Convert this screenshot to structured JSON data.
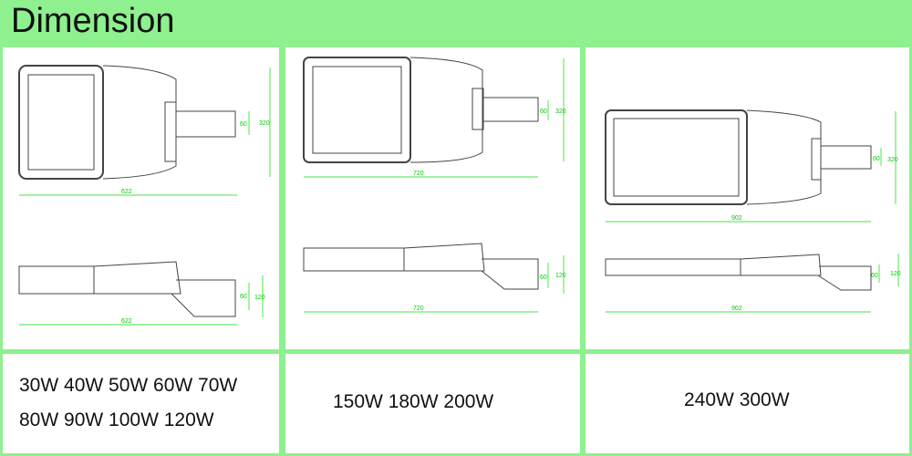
{
  "header": {
    "title": "Dimension"
  },
  "colors": {
    "background": "#8ef08e",
    "dimension_lines": "#00dd00"
  },
  "panels": [
    {
      "length": "622",
      "height": "320",
      "pole": "60",
      "side_height": "120",
      "models": [
        "30W 40W 50W 60W 70W",
        "80W 90W 100W 120W"
      ]
    },
    {
      "length": "720",
      "height": "320",
      "pole": "60",
      "side_height": "120",
      "models": [
        "150W 180W 200W"
      ]
    },
    {
      "length": "902",
      "height": "320",
      "pole": "60",
      "side_height": "120",
      "models": [
        "240W 300W"
      ]
    }
  ]
}
